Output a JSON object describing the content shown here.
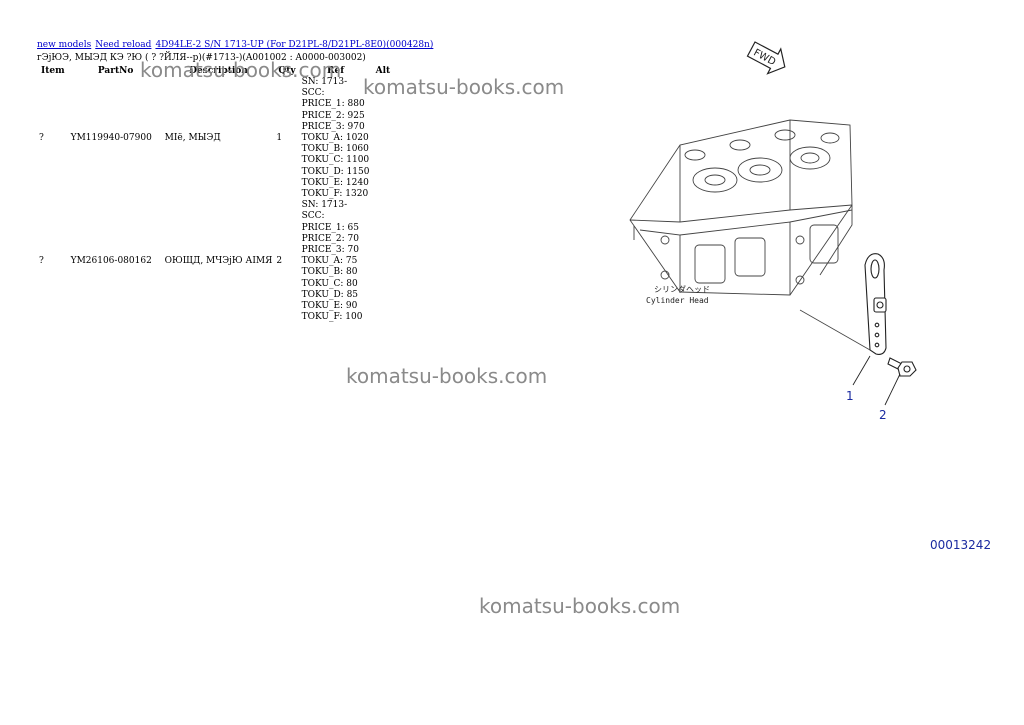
{
  "breadcrumb": [
    "new models",
    "Need reload",
    "4D94LE-2 S/N 1713-UP (For D21PL-8/D21PL-8E0)(000428n)"
  ],
  "subtitle": "гЭјЮЭ, МЫЭД КЭ ?Ю ( ? ?ЙЛЯ--р)(#1713-)(A001002 : A0000-003002)",
  "table": {
    "headers": [
      "Item",
      "PartNo",
      "Description",
      "Qty",
      "Ref",
      "Alt"
    ],
    "rows": [
      {
        "item": "?",
        "part_no": "YM119940-07900",
        "description": "МІё, МЫЭД",
        "qty": "1",
        "ref": [
          "SN: 1713-",
          "SCC:",
          "PRICE_1: 880",
          "PRICE_2: 925",
          "PRICE_3: 970",
          "TOKU_A: 1020",
          "TOKU_B: 1060",
          "TOKU_C: 1100",
          "TOKU_D: 1150",
          "TOKU_E: 1240",
          "TOKU_F: 1320"
        ],
        "alt": ""
      },
      {
        "item": "?",
        "part_no": "YM26106-080162",
        "description": "ОЮЩД, МЧЭјЮ АІМЯ",
        "qty": "2",
        "ref": [
          "SN: 1713-",
          "SCC:",
          "PRICE_1: 65",
          "PRICE_2: 70",
          "PRICE_3: 70",
          "TOKU_A: 75",
          "TOKU_B: 80",
          "TOKU_C: 80",
          "TOKU_D: 85",
          "TOKU_E: 90",
          "TOKU_F: 100"
        ],
        "alt": ""
      }
    ]
  },
  "watermark": "komatsu-books.com",
  "diagram": {
    "fwd_label": "FWD",
    "jp_label": "シリンダヘッド",
    "en_label": "Cylinder Head",
    "callout_1": "1",
    "callout_2": "2"
  },
  "doc_number": "00013242",
  "colors": {
    "link": "#0000cc",
    "callout": "#1a2aa0",
    "watermark": "#8a8a8a"
  }
}
